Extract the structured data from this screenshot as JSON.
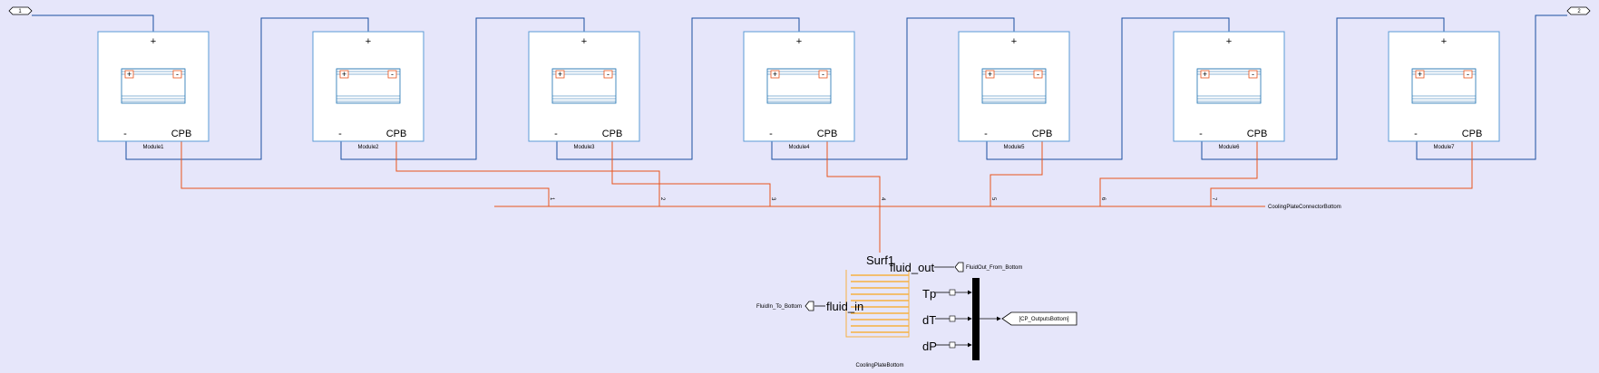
{
  "ports": {
    "in_number": "1",
    "out_number": "2"
  },
  "modules": [
    {
      "name": "Module1",
      "plus": "+",
      "minus": "-",
      "cpb": "CPB",
      "bus_index": "1"
    },
    {
      "name": "Module2",
      "plus": "+",
      "minus": "-",
      "cpb": "CPB",
      "bus_index": "2"
    },
    {
      "name": "Module3",
      "plus": "+",
      "minus": "-",
      "cpb": "CPB",
      "bus_index": "3"
    },
    {
      "name": "Module4",
      "plus": "+",
      "minus": "-",
      "cpb": "CPB",
      "bus_index": "4"
    },
    {
      "name": "Module5",
      "plus": "+",
      "minus": "-",
      "cpb": "CPB",
      "bus_index": "5"
    },
    {
      "name": "Module6",
      "plus": "+",
      "minus": "-",
      "cpb": "CPB",
      "bus_index": "6"
    },
    {
      "name": "Module7",
      "plus": "+",
      "minus": "-",
      "cpb": "CPB",
      "bus_index": "7"
    }
  ],
  "bus": {
    "label": "CoolingPlateConnectorBottom"
  },
  "cooling_plate": {
    "name": "CoolingPlateBottom",
    "surf_label": "Surf1",
    "fluid_out": "fluid_out",
    "fluid_in": "fluid_in",
    "outputs": [
      "Tp",
      "dT",
      "dP"
    ]
  },
  "connectors": {
    "fluid_out_tag": "FluidOut_From_Bottom",
    "fluid_in_tag": "FluidIn_To_Bottom",
    "goto_tag": "[CP_OutputsBottom]"
  },
  "colors": {
    "background": "#e6e6fa",
    "electrical_line": "#1a4fa0",
    "thermal_line": "#e8541c",
    "block_border": "#5b9bd5",
    "plate": "#f5b041",
    "mux": "#000000"
  }
}
